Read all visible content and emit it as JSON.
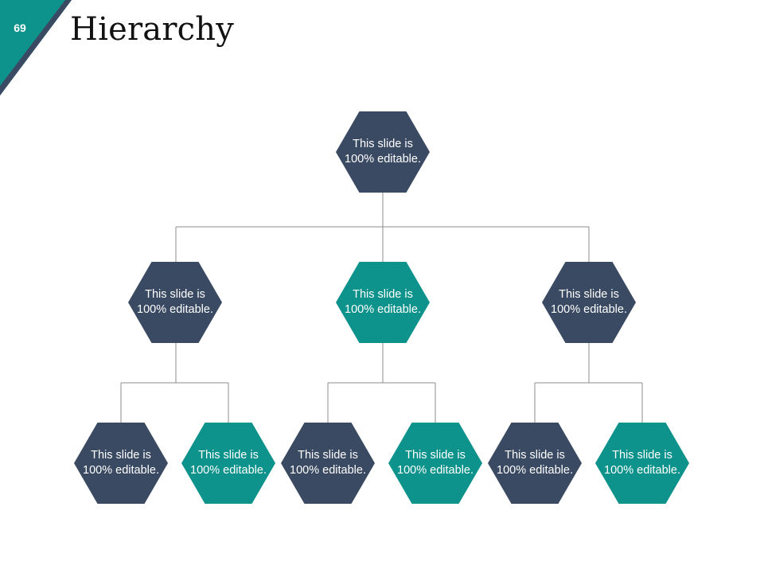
{
  "slide": {
    "number": "69",
    "title": "Hierarchy"
  },
  "colors": {
    "dark": "#3a4a63",
    "teal": "#0e928c",
    "connector": "#8c8c8c"
  },
  "nodes": [
    {
      "id": "root",
      "label": "This slide is 100% editable.",
      "color": "dark"
    },
    {
      "id": "level2-left",
      "label": "This slide is 100% editable.",
      "color": "dark"
    },
    {
      "id": "level2-center",
      "label": "This slide is 100% editable.",
      "color": "teal"
    },
    {
      "id": "level2-right",
      "label": "This slide is 100% editable.",
      "color": "dark"
    },
    {
      "id": "level3-1",
      "label": "This slide is 100% editable.",
      "color": "dark"
    },
    {
      "id": "level3-2",
      "label": "This slide is 100% editable.",
      "color": "teal"
    },
    {
      "id": "level3-3",
      "label": "This slide is 100% editable.",
      "color": "dark"
    },
    {
      "id": "level3-4",
      "label": "This slide is 100% editable.",
      "color": "teal"
    },
    {
      "id": "level3-5",
      "label": "This slide is 100% editable.",
      "color": "dark"
    },
    {
      "id": "level3-6",
      "label": "This slide is 100% editable.",
      "color": "teal"
    }
  ]
}
